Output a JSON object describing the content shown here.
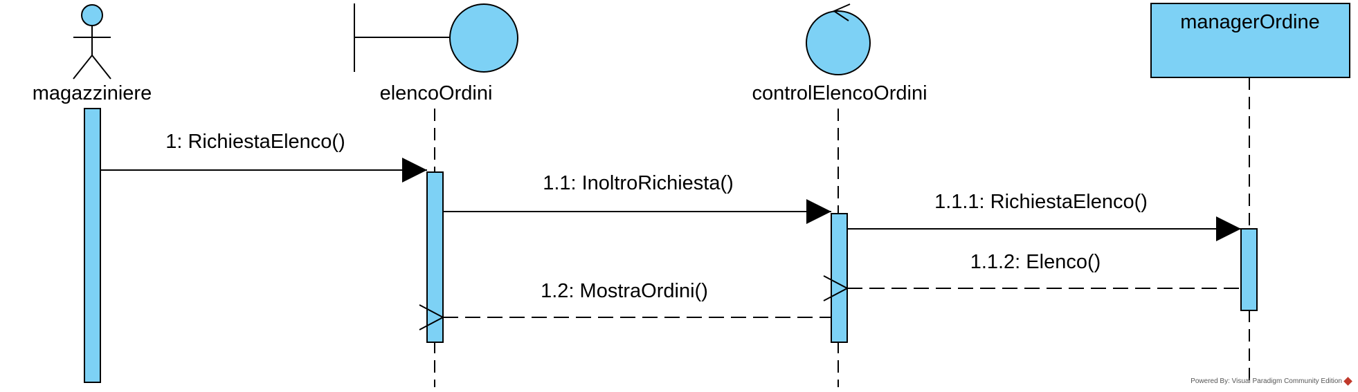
{
  "participants": {
    "actor": {
      "name": "magazziniere",
      "kind": "actor"
    },
    "boundary": {
      "name": "elencoOrdini",
      "kind": "boundary"
    },
    "control": {
      "name": "controlElencoOrdini",
      "kind": "control"
    },
    "entity": {
      "name": "managerOrdine",
      "kind": "class box"
    }
  },
  "messages": {
    "m1": {
      "label": "1: RichiestaElenco()",
      "type": "synchronous"
    },
    "m11": {
      "label": "1.1: InoltroRichiesta()",
      "type": "synchronous"
    },
    "m111": {
      "label": "1.1.1: RichiestaElenco()",
      "type": "synchronous"
    },
    "m112": {
      "label": "1.1.2: Elenco()",
      "type": "return"
    },
    "m12": {
      "label": "1.2: MostraOrdini()",
      "type": "return"
    }
  },
  "colors": {
    "fill": "#7dd1f5",
    "stroke": "#000000"
  },
  "watermark": {
    "text": "Powered By: Visual Paradigm Community Edition"
  }
}
